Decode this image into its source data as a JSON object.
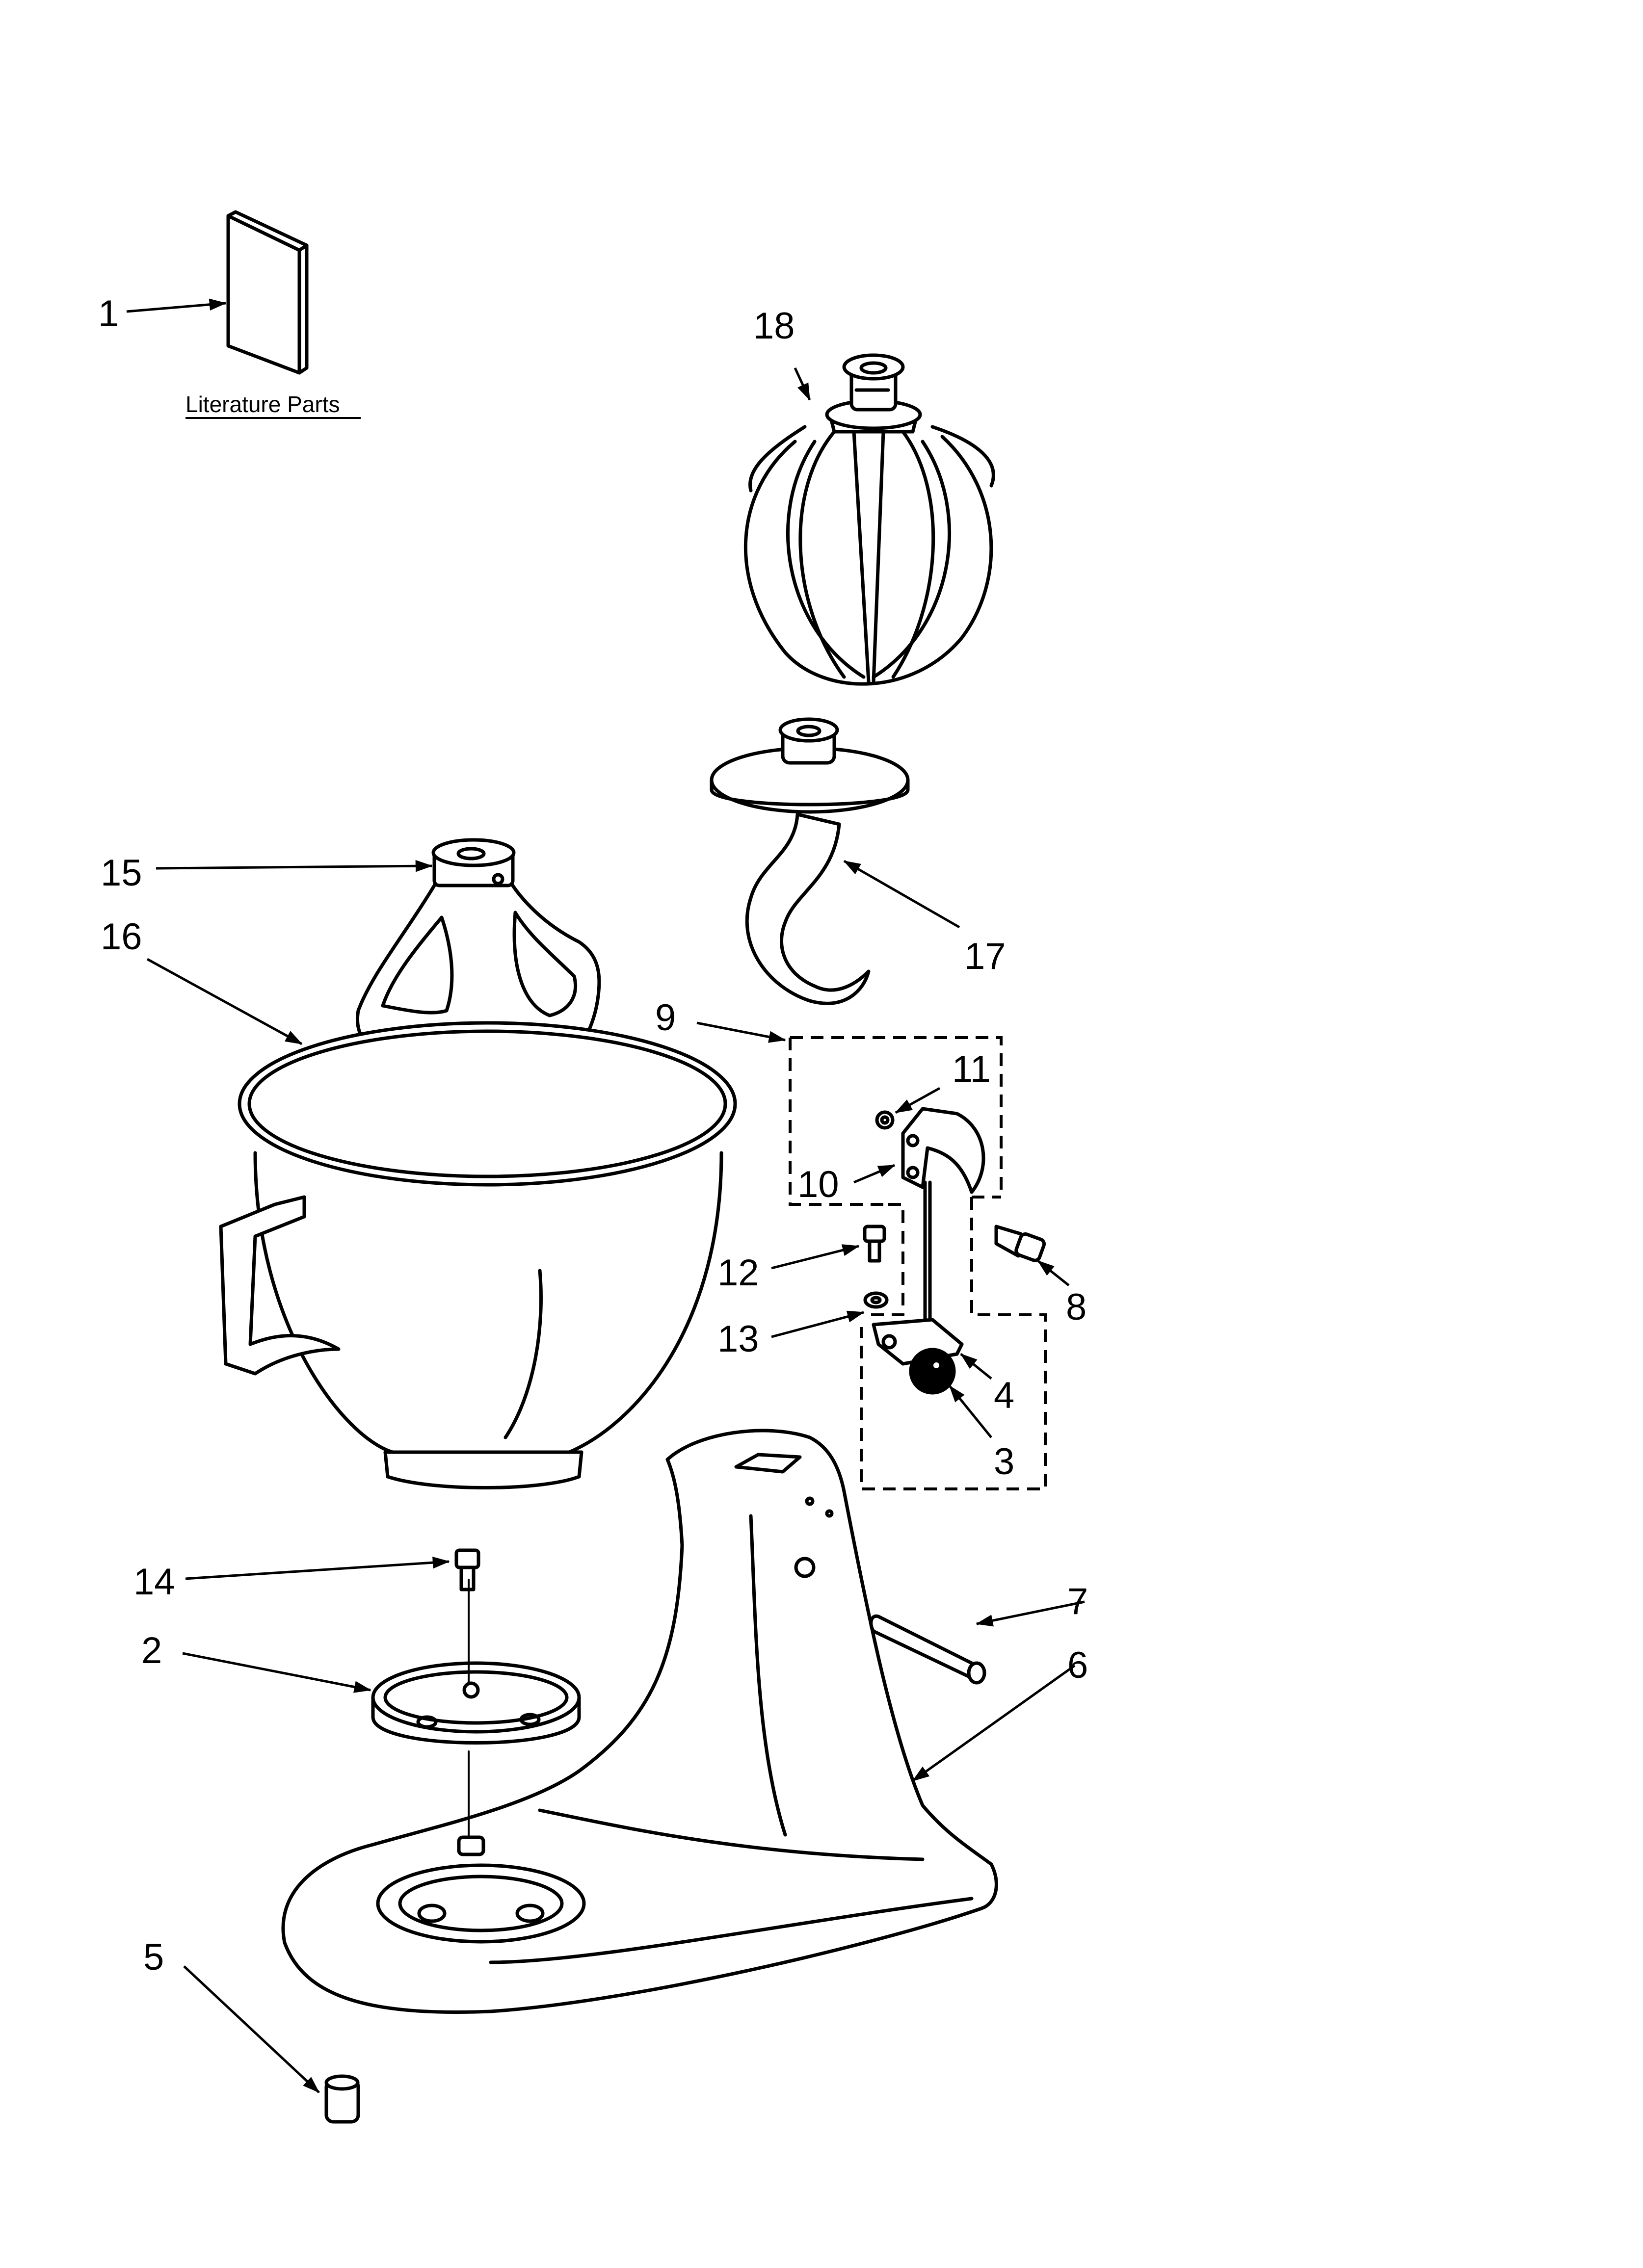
{
  "diagram": {
    "caption": "Literature Parts",
    "callouts": {
      "c1": "1",
      "c2": "2",
      "c3": "3",
      "c4": "4",
      "c5": "5",
      "c6": "6",
      "c7": "7",
      "c8": "8",
      "c9": "9",
      "c10": "10",
      "c11": "11",
      "c12": "12",
      "c13": "13",
      "c14": "14",
      "c15": "15",
      "c16": "16",
      "c17": "17",
      "c18": "18"
    },
    "colors": {
      "line": "#000000",
      "background": "#ffffff",
      "knob": "#000000"
    }
  }
}
